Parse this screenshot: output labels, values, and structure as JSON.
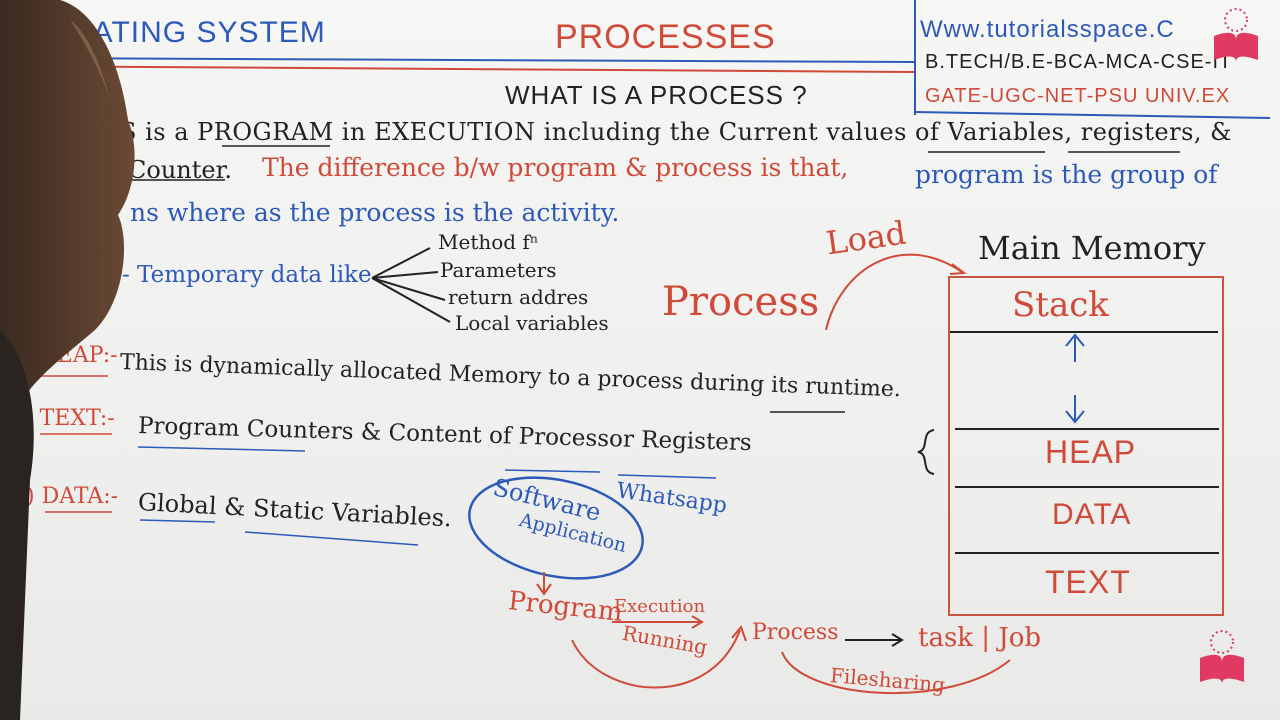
{
  "header": {
    "course": "RATING SYSTEM",
    "title": "PROCESSES",
    "website": "Www.tutorialsspace.C",
    "courses": "B.TECH/B.E-BCA-MCA-CSE-IT",
    "exams": "GATE-UGC-NET-PSU UNIV.EX"
  },
  "heading": "WHAT IS A PROCESS ?",
  "definition": {
    "line1": "S is a PROGRAM in EXECUTION including the Current values of Variables, registers, &",
    "line2_black": "Counter.",
    "line2_red": "The difference b/w program & process is that,",
    "line2_blue": "program is the group of",
    "line3_blue": "ns where as the process is the activity."
  },
  "stack_item": {
    "label": "- Temporary data like",
    "items": [
      "Method fⁿ",
      "Parameters",
      "return addres",
      "Local variables"
    ]
  },
  "heap_item": {
    "label": ") HEAP:-",
    "text": "This is dynamically allocated Memory to a process during its runtime."
  },
  "text_item": {
    "label": "3) TEXT:-",
    "text": "Program Counters & Content of Processor Registers"
  },
  "data_item": {
    "label": "4) DATA:-",
    "text": "Global & Static Variables."
  },
  "diagram": {
    "process": "Process",
    "load": "Load",
    "memory_title": "Main Memory",
    "segments": [
      "Stack",
      "HEAP",
      "DATA",
      "TEXT"
    ]
  },
  "flow": {
    "software": "Software",
    "application": "Application",
    "whatsapp": "Whatsapp",
    "program": "Program",
    "execution": "Execution",
    "running": "Running",
    "process": "Process",
    "task": "task | Job",
    "filesharing": "Filesharing"
  },
  "colors": {
    "red_marker": "#d04a3a",
    "blue_marker": "#2d5ab8",
    "black_marker": "#222222",
    "board": "#f2f2f0"
  }
}
